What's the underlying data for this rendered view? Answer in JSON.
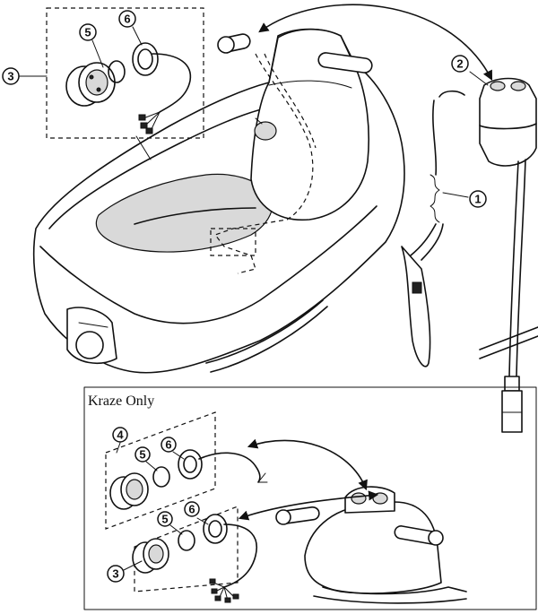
{
  "labels": {
    "c1": "1",
    "c2": "2",
    "c3_top": "3",
    "c5_top": "5",
    "c6_top": "6",
    "kraze_only": "Kraze Only",
    "c4": "4",
    "c5_mid": "5",
    "c6_mid": "6",
    "c5_low": "5",
    "c6_low": "6",
    "c3_low": "3"
  }
}
